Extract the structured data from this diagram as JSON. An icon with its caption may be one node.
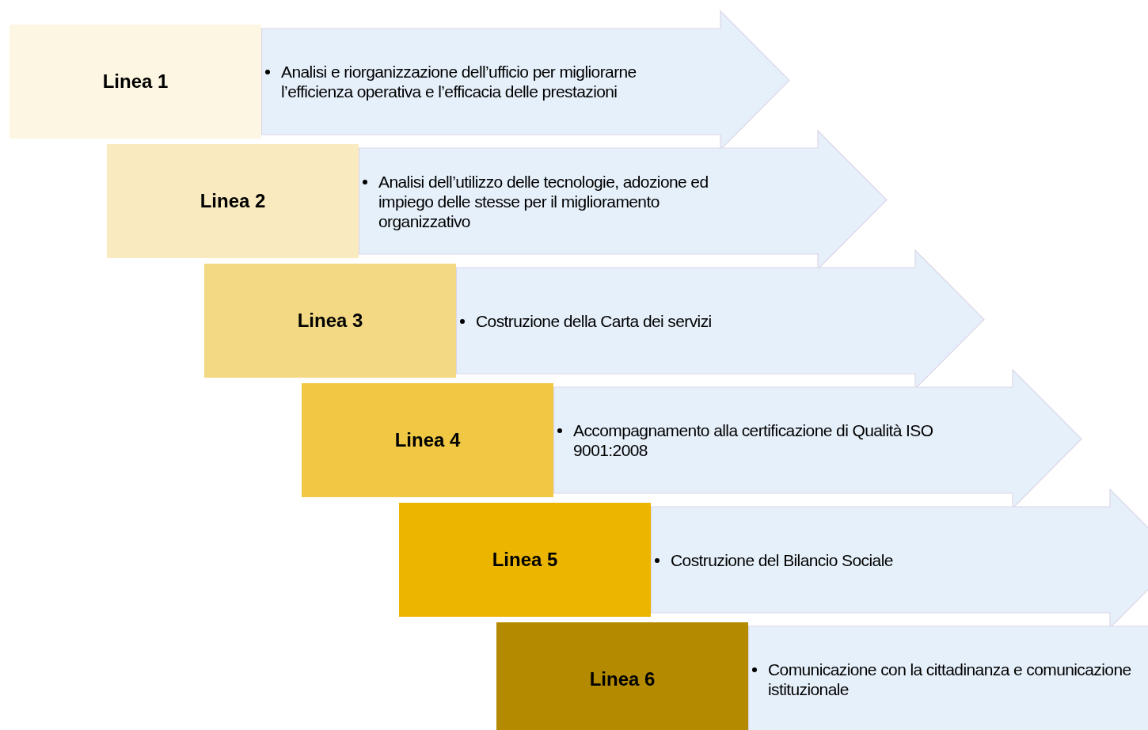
{
  "diagram": {
    "nodes": [
      {
        "text": [
          "Linea 1"
        ]
      },
      {
        "text": [
          "Analisi e riorganizzazione dell’ufficio per migliorarne l’efficienza operativa e l’efficacia delle prestazioni"
        ]
      },
      {
        "text": [
          "Linea 2"
        ]
      },
      {
        "text": [
          "Analisi dell’utilizzo delle tecnologie, adozione ed impiego delle stesse per il miglioramento organizzativo"
        ]
      },
      {
        "text": [
          "Linea 3"
        ]
      },
      {
        "text": [
          "Costruzione della Carta dei servizi"
        ]
      },
      {
        "text": [
          "Linea 4"
        ]
      },
      {
        "text": [
          "Accompagnamento alla certificazione di Qualità ISO 9001:2008"
        ]
      },
      {
        "text": [
          "Linea 5"
        ]
      },
      {
        "text": [
          "Costruzione del Bilancio Sociale"
        ]
      },
      {
        "text": [
          "Linea 6"
        ]
      },
      {
        "text": [
          "Comunicazione con la cittadinanza e comunicazione istituzionale"
        ]
      }
    ]
  }
}
